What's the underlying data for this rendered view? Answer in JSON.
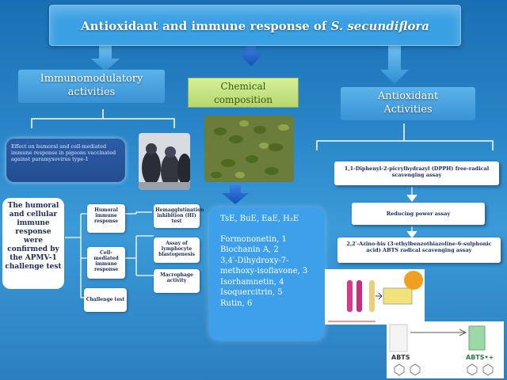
{
  "title": {
    "main": "Antioxidant and immune response of ",
    "species": "S. secundiflora"
  },
  "headers": {
    "immuno_line1": "Immunomodulatory",
    "immuno_line2": "activities",
    "chem_line1": "Chemical",
    "chem_line2": "composition",
    "anti_line1": "Antioxidant",
    "anti_line2": "Activities"
  },
  "immuno": {
    "effect_text": "Effect on humoral and cell-mediated immune response in pigeons vaccinated against paramyxovirus type-1",
    "summary": "The humoral and cellular immune response were confirmed by the APMV-1 challenge test",
    "tests": {
      "humoral": "Humoral immune response",
      "cell_mediated": "Cell-mediated immune response",
      "challenge": "Challenge test",
      "hi": "Hemagglutination inhibition (HI) test",
      "lymphocyte": "Assay of lymphocyte blastogenesis",
      "macrophage": "Macrophage activity"
    }
  },
  "chemical": {
    "extracts": "TsE, BuE, EaE, H₂E",
    "compounds": [
      "Formononetin, 1",
      "Biochanin A, 2",
      "3,4′-Dihydroxy-7-methoxy-isoflavone, 3",
      "Isorhamnetin, 4",
      "Isoquercitrin, 5",
      "Rutin, 6"
    ]
  },
  "antioxidant": {
    "dpph": "1,1-Diphenyl-2-picrylhydrazyl (DPPH) free-radical scavenging assay",
    "reducing": "Reducing power assay",
    "abts": "2,2′-Azino-bis (3-ethylbenzothiazoline-6-sulphonic acid) ABTS radical scavenging assay",
    "abts_label": "ABTS",
    "abts_plus": "ABTS•+"
  },
  "colors": {
    "background": "#2a86c8",
    "title_box": "#3aa0e4",
    "chem_box": "#b7d66e",
    "list_box": "#3ea0ea"
  }
}
